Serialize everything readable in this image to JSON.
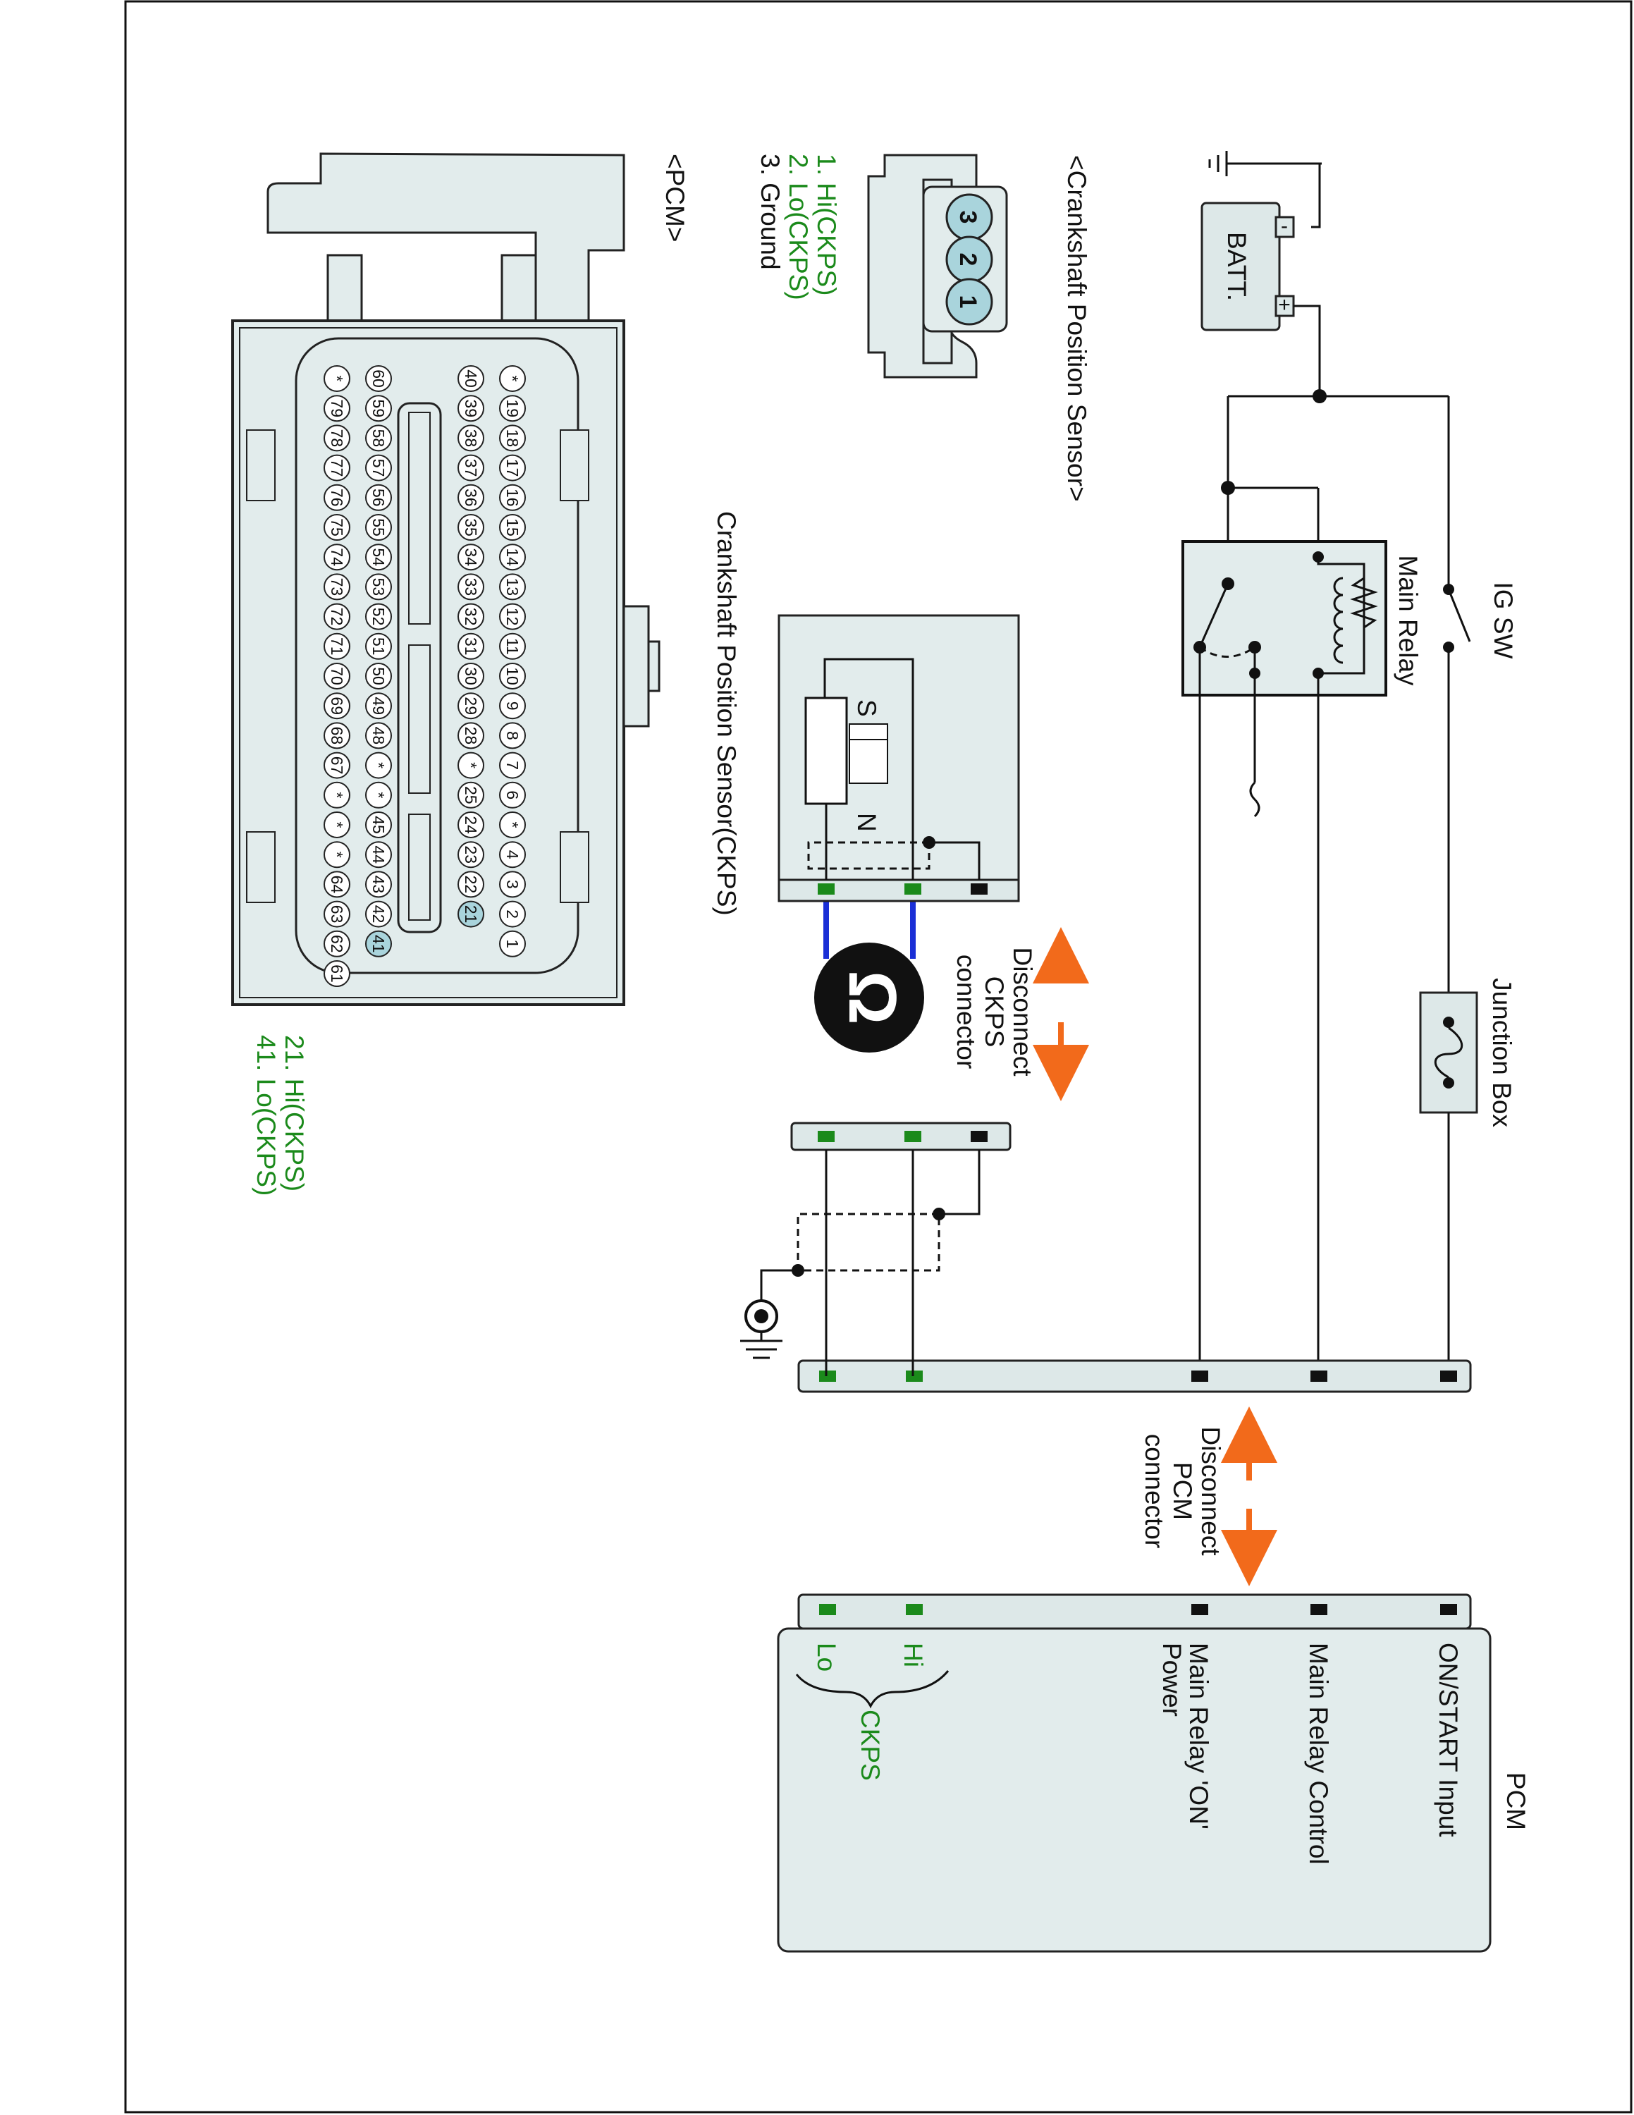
{
  "colors": {
    "body_fill": "#dde8e8",
    "green": "#1b8a1b",
    "orange": "#f26a1b",
    "blue": "#1a2fd6",
    "highlight_pin": "#a9d4dc"
  },
  "power": {
    "ig_sw": "IG SW",
    "main_relay": "Main Relay",
    "junction_box": "Junction Box",
    "battery": "BATT.",
    "plus": "+",
    "minus": "-"
  },
  "pcm_box": {
    "title": "PCM",
    "pins": [
      "ON/START Input",
      "Main Relay Control",
      "Main Relay 'ON'",
      "Power",
      "Hi",
      "Lo",
      "CKPS"
    ]
  },
  "disconnect": {
    "pcm": [
      "Disconnect",
      "PCM",
      "connector"
    ],
    "ckps": [
      "Disconnect",
      "CKPS",
      "connector"
    ]
  },
  "sensor": {
    "title": "Crankshaft Position Sensor(CKPS)",
    "s": "S",
    "n": "N",
    "omega": "Ω"
  },
  "ckps_connector": {
    "title": "<Crankshaft Position Sensor>",
    "pins": [
      "3",
      "2",
      "1"
    ],
    "legend": [
      "1. Hi(CKPS)",
      "2. Lo(CKPS)",
      "3. Ground"
    ]
  },
  "pcm_connector": {
    "title": "<PCM>",
    "rows": [
      [
        "*",
        "19",
        "18",
        "17",
        "16",
        "15",
        "14",
        "13",
        "12",
        "11",
        "10",
        "9",
        "8",
        "7",
        "6",
        "*",
        "4",
        "3",
        "2",
        "1"
      ],
      [
        "40",
        "39",
        "38",
        "37",
        "36",
        "35",
        "34",
        "33",
        "32",
        "31",
        "30",
        "29",
        "28",
        "*",
        "25",
        "24",
        "23",
        "22",
        "21"
      ],
      [
        "60",
        "59",
        "58",
        "57",
        "56",
        "55",
        "54",
        "53",
        "52",
        "51",
        "50",
        "49",
        "48",
        "*",
        "*",
        "45",
        "44",
        "43",
        "42",
        "41"
      ],
      [
        "*",
        "79",
        "78",
        "77",
        "76",
        "75",
        "74",
        "73",
        "72",
        "71",
        "70",
        "69",
        "68",
        "67",
        "*",
        "*",
        "*",
        "64",
        "63",
        "62",
        "61"
      ]
    ],
    "legend": [
      "21. Hi(CKPS)",
      "41. Lo(CKPS)"
    ]
  }
}
